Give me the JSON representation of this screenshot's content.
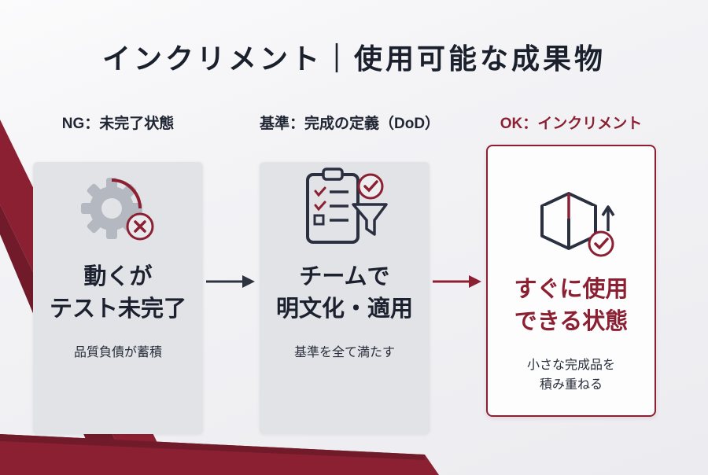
{
  "title": "インクリメント｜使用可能な成果物",
  "colors": {
    "accent": "#8c2033",
    "dark_text": "#1b212e",
    "card_background": "#e2e3e7",
    "page_background": "#f0f0f3",
    "arrow1_color": "#2e3340",
    "arrow2_color": "#8c2033"
  },
  "cards": [
    {
      "label": "NG：未完了状態",
      "icon": "gear-error-icon",
      "heading_line1": "動くが",
      "heading_line2": "テスト未完了",
      "sub_line1": "品質負債が蓄積",
      "sub_line2": ""
    },
    {
      "label": "基準：完成の定義（DoD）",
      "icon": "dod-checklist-funnel-icon",
      "heading_line1": "チームで",
      "heading_line2": "明文化・適用",
      "sub_line1": "基準を全て満たす",
      "sub_line2": ""
    },
    {
      "label": "OK：インクリメント",
      "icon": "package-check-icon",
      "heading_line1": "すぐに使用",
      "heading_line2": "できる状態",
      "sub_line1": "小さな完成品を",
      "sub_line2": "積み重ねる"
    }
  ]
}
